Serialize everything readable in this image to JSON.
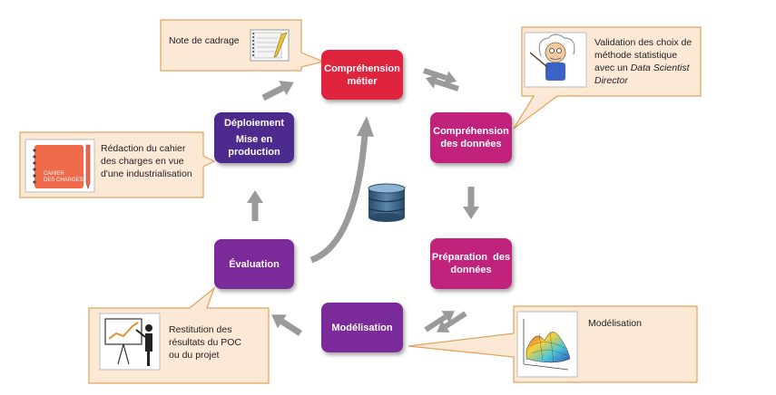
{
  "colors": {
    "red": "#e0243e",
    "magenta": "#c1237c",
    "purple": "#7b2a9a",
    "indigo": "#4d2a8e",
    "callout_fill": "#fbe9d6",
    "callout_border": "#e2a25c",
    "arrow": "#9a9a9a"
  },
  "nodes": {
    "comprehension_metier": {
      "line1": "Compréhension",
      "line2": "métier"
    },
    "comprehension_donnees": {
      "line1": "Compréhension",
      "line2": "des données"
    },
    "preparation_donnees": {
      "line1": "Préparation  des",
      "line2": "données"
    },
    "modelisation": {
      "label": "Modélisation"
    },
    "evaluation": {
      "label": "Évaluation"
    },
    "deploiement": {
      "line1": "Déploiement",
      "line2": "Mise en",
      "line3": "production"
    }
  },
  "callouts": {
    "note_cadrage": {
      "text": "Note de cadrage",
      "icon": "notebook-pencil-icon"
    },
    "validation": {
      "line1": "Validation des choix de",
      "line2": "méthode statistique",
      "line3_prefix": "avec un ",
      "line3_italic": "Data Scientist",
      "line4_italic": "Director",
      "icon": "scientist-cartoon-icon"
    },
    "redaction": {
      "line1": "Rédaction du cahier",
      "line2": "des charges en vue",
      "line3": "d'une industrialisation",
      "icon": "cahier-des-charges-icon",
      "icon_text1": "CAHIER",
      "icon_text2": "DES CHARGES"
    },
    "restitution": {
      "line1": "Restitution des",
      "line2": "résultats du POC",
      "line3": "ou du projet",
      "icon": "presenter-chart-icon"
    },
    "modelisation_note": {
      "text": "Modélisation",
      "icon": "surface-plot-icon"
    }
  },
  "center_icon": "database-icon"
}
